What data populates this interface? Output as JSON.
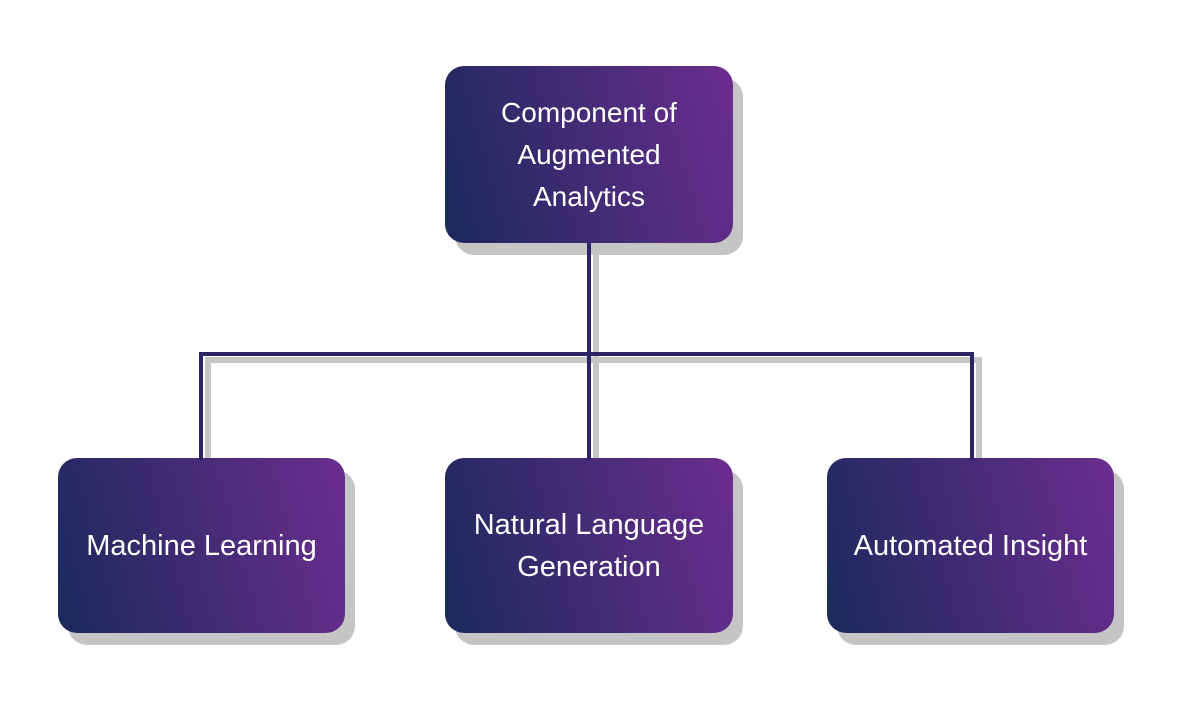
{
  "diagram": {
    "type": "org-chart",
    "root": {
      "label": "Component of Augmented Analytics"
    },
    "children": [
      {
        "label": "Machine Learning"
      },
      {
        "label": "Natural Language Generation"
      },
      {
        "label": "Automated Insight"
      }
    ],
    "colors": {
      "background": "#ffffff",
      "node_gradient_start": "#1a2a5c",
      "node_gradient_end": "#6c2d8f",
      "node_shadow": "#c5c5c5",
      "connector": "#2b2467",
      "connector_shadow": "#c6c6c6",
      "text": "#ffffff"
    }
  }
}
